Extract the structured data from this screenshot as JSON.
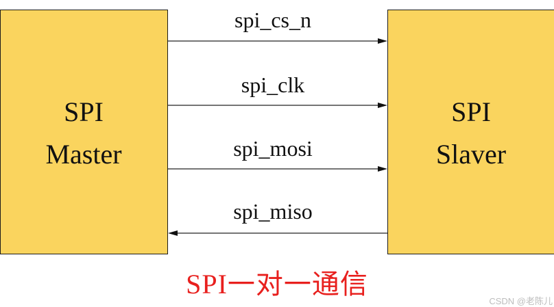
{
  "master": {
    "line1": "SPI",
    "line2": "Master"
  },
  "slave": {
    "line1": "SPI",
    "line2": "Slaver"
  },
  "signals": [
    {
      "label": "spi_cs_n",
      "direction": "master-to-slave"
    },
    {
      "label": "spi_clk",
      "direction": "master-to-slave"
    },
    {
      "label": "spi_mosi",
      "direction": "master-to-slave"
    },
    {
      "label": "spi_miso",
      "direction": "slave-to-master"
    }
  ],
  "caption": "SPI一对一通信",
  "watermark": "CSDN @老陈儿",
  "colors": {
    "block_fill": "#FAD45E",
    "caption": "#E8201E"
  }
}
